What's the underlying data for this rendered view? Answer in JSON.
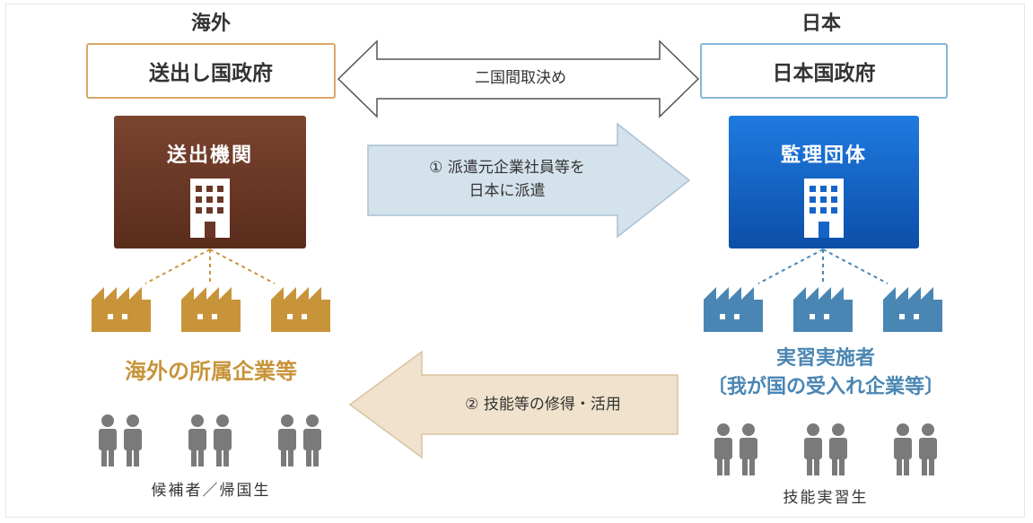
{
  "left": {
    "region": "海外",
    "government": "送出し国政府",
    "organization": "送出機関",
    "companies": "海外の所属企業等",
    "people": "候補者／帰国生"
  },
  "right": {
    "region": "日本",
    "government": "日本国政府",
    "organization": "監理団体",
    "companies_line1": "実習実施者",
    "companies_line2": "〔我が国の受入れ企業等〕",
    "people": "技能実習生"
  },
  "arrows": {
    "agreement": "二国間取決め",
    "dispatch_line1": "① 派遣元企業社員等を",
    "dispatch_line2": "日本に派遣",
    "return": "② 技能等の修得・活用"
  },
  "colors": {
    "brown": "#6e3a28",
    "gold": "#c8943a",
    "blue": "#1565c9",
    "steel": "#4a86b3",
    "people": "#7a7a7a"
  }
}
